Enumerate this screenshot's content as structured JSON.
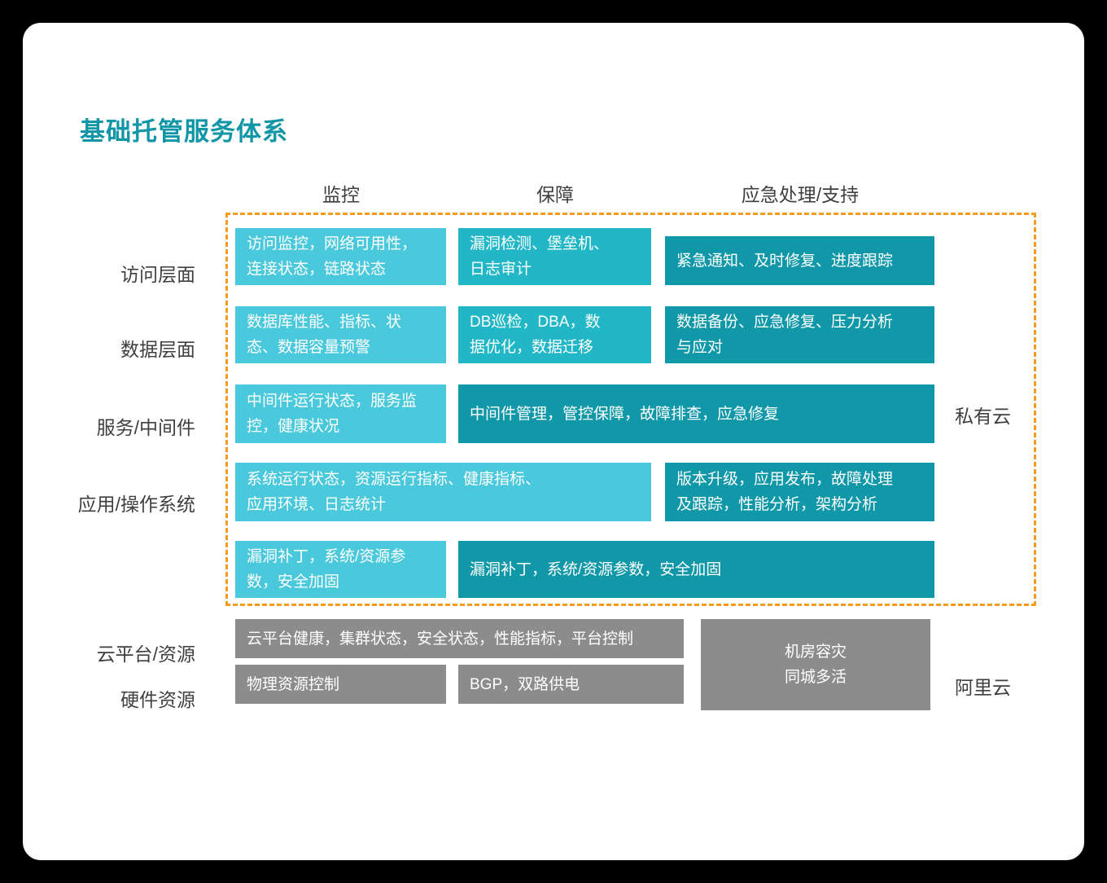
{
  "title": "基础托管服务体系",
  "colors": {
    "title": "#1196a7",
    "light_cyan": "#4ac8dc",
    "mid_teal": "#22b7c7",
    "dark_teal": "#1097a8",
    "gray": "#8c8c8c",
    "dashed_border": "#f79a1e",
    "text_dark": "#3f3f3f",
    "canvas": "#ffffff"
  },
  "columns": [
    {
      "label": "监控"
    },
    {
      "label": "保障"
    },
    {
      "label": "应急处理/支持"
    }
  ],
  "group_labels": {
    "private": "私有云",
    "public": "阿里云"
  },
  "rows": [
    {
      "label": "访问层面",
      "cells": [
        {
          "lines": [
            "访问监控，网络可用性，",
            "连接状态，链路状态"
          ],
          "tone": "light_cyan"
        },
        {
          "lines": [
            "漏洞检测、堡垒机、",
            "日志审计"
          ],
          "tone": "mid_teal"
        },
        {
          "lines": [
            "紧急通知、及时修复、进度跟踪"
          ],
          "tone": "dark_teal"
        }
      ]
    },
    {
      "label": "数据层面",
      "cells": [
        {
          "lines": [
            "数据库性能、指标、状",
            "态、数据容量预警"
          ],
          "tone": "light_cyan"
        },
        {
          "lines": [
            "DB巡检，DBA，数",
            "据优化，数据迁移"
          ],
          "tone": "mid_teal"
        },
        {
          "lines": [
            "数据备份、应急修复、压力分析",
            "与应对"
          ],
          "tone": "dark_teal"
        }
      ]
    },
    {
      "label": "服务/中间件",
      "cells": [
        {
          "lines": [
            "中间件运行状态，服务监",
            "控，健康状况"
          ],
          "tone": "light_cyan"
        },
        {
          "lines": [
            "中间件管理，管控保障，故障排查，应急修复"
          ],
          "tone": "dark_teal"
        }
      ]
    },
    {
      "label": "应用/操作系统",
      "cells": [
        {
          "lines": [
            "系统运行状态，资源运行指标、健康指标、",
            "应用环境、日志统计"
          ],
          "tone": "light_cyan"
        },
        {
          "lines": [
            "版本升级，应用发布，故障处理",
            "及跟踪，性能分析，架构分析"
          ],
          "tone": "dark_teal"
        }
      ]
    },
    {
      "label": "",
      "cells": [
        {
          "lines": [
            "漏洞补丁，系统/资源参",
            "数，安全加固"
          ],
          "tone": "light_cyan"
        },
        {
          "lines": [
            "漏洞补丁，系统/资源参数，安全加固"
          ],
          "tone": "dark_teal"
        }
      ]
    },
    {
      "label": "云平台/资源",
      "cells": [
        {
          "lines": [
            "云平台健康，集群状态，安全状态，性能指标，平台控制"
          ],
          "tone": "gray"
        },
        {
          "lines": [
            "机房容灾",
            "同城多活"
          ],
          "tone": "gray"
        }
      ]
    },
    {
      "label": "硬件资源",
      "cells": [
        {
          "lines": [
            "物理资源控制"
          ],
          "tone": "gray"
        },
        {
          "lines": [
            "BGP，双路供电"
          ],
          "tone": "gray"
        }
      ]
    }
  ]
}
